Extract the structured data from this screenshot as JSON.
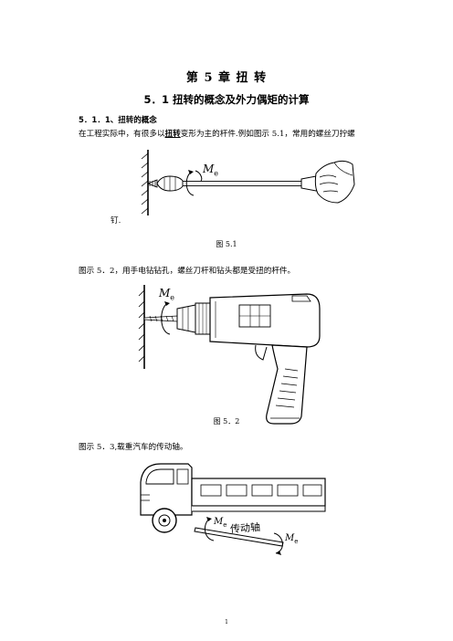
{
  "chapter_title": "第 5 章   扭   转",
  "section_title": "5．1   扭转的概念及外力偶矩的计算",
  "subsection_title": "5．1．1、扭转的概念",
  "paragraph1": {
    "before": "在工程实际中，有很多以",
    "keyword": "扭转",
    "after": "变形为主的杆件.例如图示  5.1，常用的螺丝刀拧螺"
  },
  "paragraph1_cont": "钉.",
  "figure1": {
    "caption": "图 5.1",
    "moment_label": "M",
    "moment_sub": "e"
  },
  "paragraph2": "图示 5．2，用手电钻钻孔，螺丝刀杆和钻头都是受扭的杆件。",
  "figure2": {
    "caption": "图 5．2",
    "moment_label": "M",
    "moment_sub": "e"
  },
  "paragraph3": "图示 5．3,载重汽车的传动轴。",
  "figure3": {
    "shaft_label": "传动轴",
    "moment_label": "M",
    "moment_sub": "e"
  },
  "page_number": "1"
}
